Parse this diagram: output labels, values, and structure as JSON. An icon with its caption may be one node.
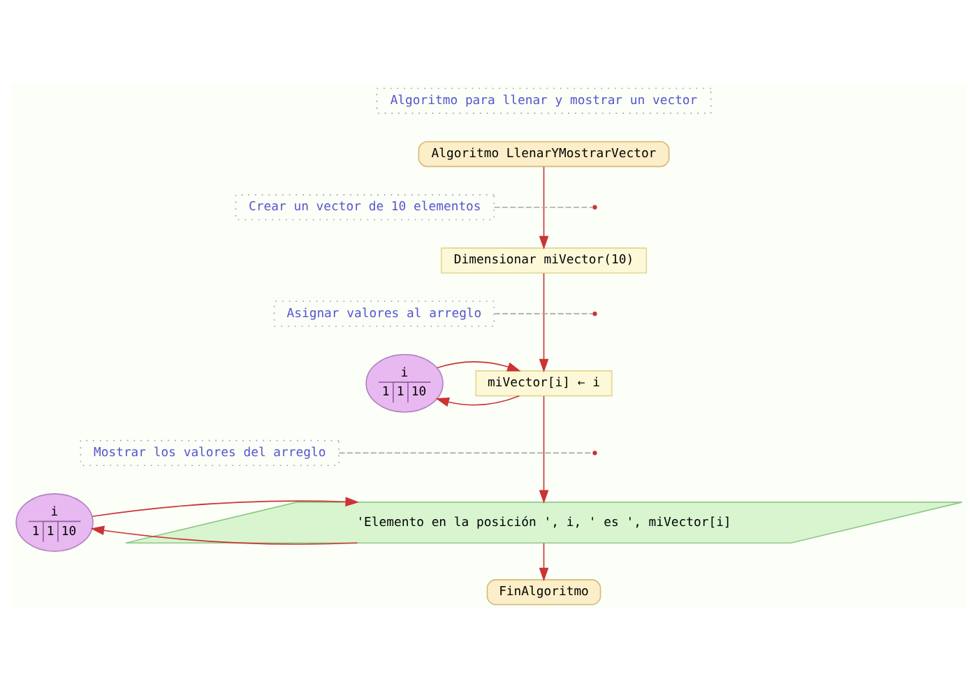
{
  "diagram": {
    "nodes": [
      {
        "text": [
          "Algoritmo para llenar y mostrar un vector"
        ]
      },
      {
        "text": [
          "Algoritmo LlenarYMostrarVector"
        ]
      },
      {
        "text": [
          "Crear un vector de 10 elementos"
        ]
      },
      {
        "text": [
          "Dimensionar miVector(10)"
        ]
      },
      {
        "text": [
          "Asignar valores al arreglo"
        ]
      },
      {
        "text": [
          "i",
          "1",
          "1",
          "10"
        ]
      },
      {
        "text": [
          "miVector[i] ← i"
        ]
      },
      {
        "text": [
          "Mostrar los valores del arreglo"
        ]
      },
      {
        "text": [
          "i",
          "1",
          "1",
          "10"
        ]
      },
      {
        "text": [
          "'Elemento en la posición ', i, ' es ', miVector[i]"
        ]
      },
      {
        "text": [
          "FinAlgoritmo"
        ]
      }
    ],
    "edges": [
      {
        "from": 1,
        "to": 3,
        "arrow": "to"
      },
      {
        "from": 3,
        "to": 6,
        "arrow": "to"
      },
      {
        "from": 6,
        "to": 5,
        "arrow": "to"
      },
      {
        "from": 5,
        "to": 6,
        "arrow": "to"
      },
      {
        "from": 6,
        "to": 9,
        "arrow": "to"
      },
      {
        "from": 9,
        "to": 8,
        "arrow": "to"
      },
      {
        "from": 8,
        "to": 9,
        "arrow": "to"
      },
      {
        "from": 9,
        "to": 10,
        "arrow": "to"
      },
      {
        "from": 2,
        "to": null,
        "arrow": "none",
        "style": "dashed",
        "color": "#aaaaaa"
      },
      {
        "from": 4,
        "to": null,
        "arrow": "none",
        "style": "dashed",
        "color": "#aaaaaa"
      },
      {
        "from": 7,
        "to": null,
        "arrow": "none",
        "style": "dashed",
        "color": "#aaaaaa"
      }
    ]
  }
}
